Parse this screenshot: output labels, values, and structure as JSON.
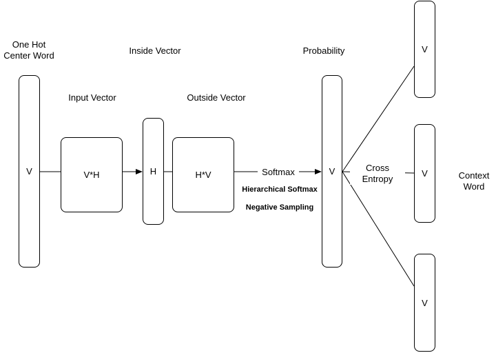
{
  "nodes": {
    "one_hot": "V",
    "input_matrix": "V*H",
    "hidden": "H",
    "output_matrix": "H*V",
    "probability": "V",
    "context_top": "V",
    "context_mid": "V",
    "context_bottom": "V"
  },
  "labels": {
    "one_hot_center_word": "One Hot\nCenter Word",
    "input_vector": "Input Vector",
    "inside_vector": "Inside Vector",
    "outside_vector": "Outside Vector",
    "probability": "Probability",
    "softmax": "Softmax",
    "hierarchical_softmax": "Hierarchical Softmax",
    "negative_sampling": "Negative Sampling",
    "cross_entropy": "Cross\nEntropy",
    "context_word": "Context\nWord"
  }
}
